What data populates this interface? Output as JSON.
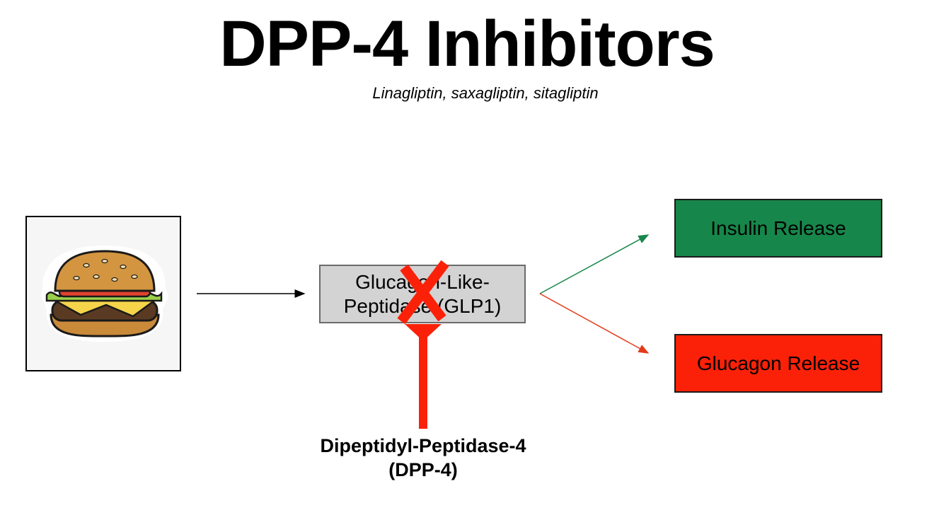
{
  "slide": {
    "title": "DPP-4 Inhibitors",
    "subtitle": "Linagliptin, saxagliptin, sitagliptin"
  },
  "diagram": {
    "food_icon": "hamburger-icon",
    "glp_box": {
      "label": "Glucagon-Like-Peptidase (GLP1)"
    },
    "outputs": [
      {
        "label": "Insulin Release",
        "color": "#17864a"
      },
      {
        "label": "Glucagon Release",
        "color": "#fb2108"
      }
    ],
    "inhibitor": {
      "line1": "Dipeptidyl-Peptidase-4",
      "line2": "(DPP-4)"
    },
    "block_mark": "x-icon",
    "colors": {
      "insulin_arrow": "#17864a",
      "glucagon_arrow": "#e23a1a",
      "inhibit": "#fb2108"
    }
  }
}
